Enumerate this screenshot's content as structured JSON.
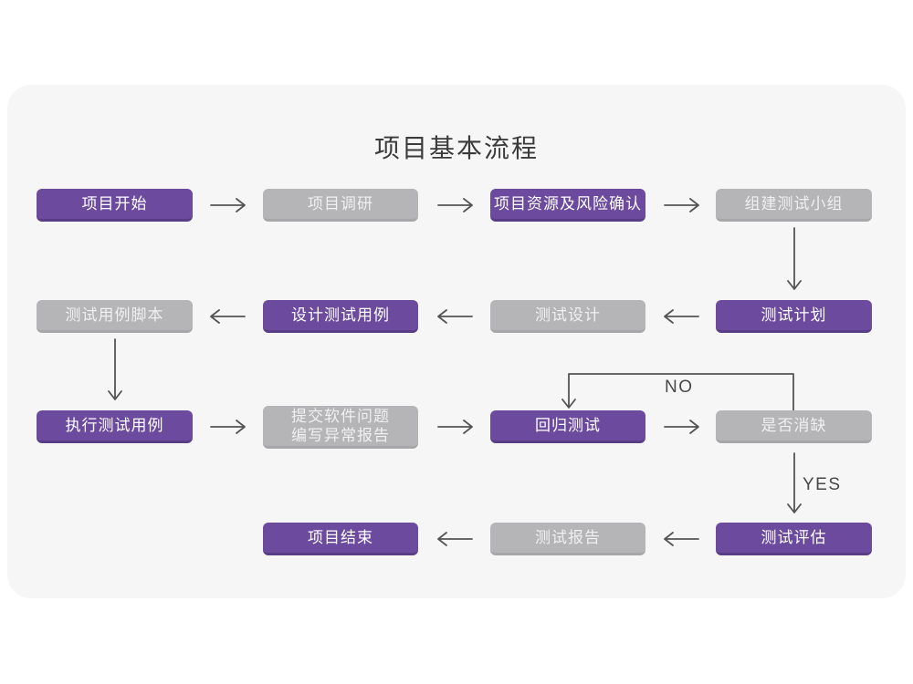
{
  "title": "项目基本流程",
  "colors": {
    "panel_background": "#f6f6f7",
    "node_purple": "#6c4b9e",
    "node_purple_edge": "#5a3d87",
    "node_gray": "#b5b4b6",
    "node_gray_edge": "#a7a6a9",
    "node_text": "#ffffff",
    "arrow": "#545456",
    "title_text": "#3b3b3b"
  },
  "edge_labels": {
    "no": "NO",
    "yes": "YES"
  },
  "nodes": [
    {
      "id": "project-start",
      "label": "项目开始",
      "variant": "purple"
    },
    {
      "id": "project-research",
      "label": "项目调研",
      "variant": "gray"
    },
    {
      "id": "resource-risk",
      "label": "项目资源及风险确认",
      "variant": "purple"
    },
    {
      "id": "build-test-team",
      "label": "组建测试小组",
      "variant": "gray"
    },
    {
      "id": "test-case-script",
      "label": "测试用例脚本",
      "variant": "gray"
    },
    {
      "id": "design-test-case",
      "label": "设计测试用例",
      "variant": "purple"
    },
    {
      "id": "test-design",
      "label": "测试设计",
      "variant": "gray"
    },
    {
      "id": "test-plan",
      "label": "测试计划",
      "variant": "purple"
    },
    {
      "id": "execute-test-case",
      "label": "执行测试用例",
      "variant": "purple"
    },
    {
      "id": "submit-issues",
      "label": "提交软件问题",
      "label2": "编写异常报告",
      "variant": "gray"
    },
    {
      "id": "regression-test",
      "label": "回归测试",
      "variant": "purple"
    },
    {
      "id": "defect-cleared",
      "label": "是否消缺",
      "variant": "gray"
    },
    {
      "id": "project-end",
      "label": "项目结束",
      "variant": "purple"
    },
    {
      "id": "test-report",
      "label": "测试报告",
      "variant": "gray"
    },
    {
      "id": "test-evaluate",
      "label": "测试评估",
      "variant": "purple"
    }
  ]
}
